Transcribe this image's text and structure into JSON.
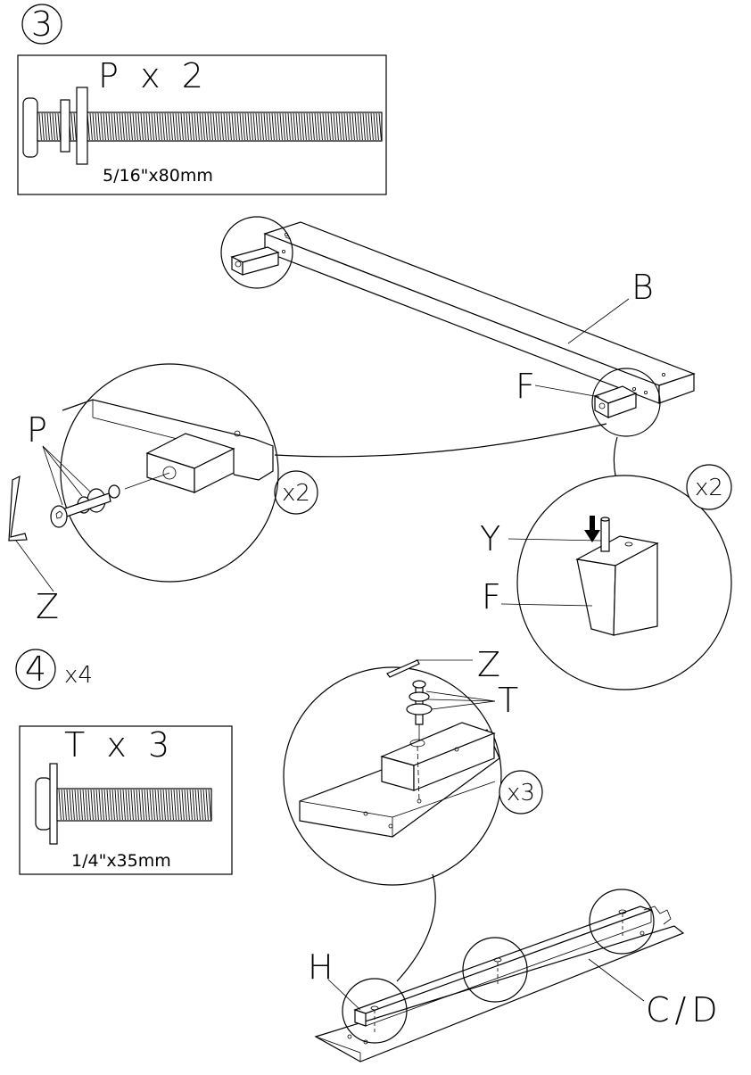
{
  "steps": {
    "step3": {
      "number": "3"
    },
    "step4": {
      "number": "4",
      "multiplier": "x4"
    }
  },
  "parts": {
    "bolt_p": {
      "label": "P  x  2",
      "spec": "5/16\"x80mm"
    },
    "bolt_t": {
      "label": "T  x  3",
      "spec": "1/4\"x35mm"
    }
  },
  "labels": {
    "B": "B",
    "F_top": "F",
    "P": "P",
    "Z_step3": "Z",
    "Y": "Y",
    "F_detail": "F",
    "Z_step4": "Z",
    "T": "T",
    "H": "H",
    "CD": "C/D"
  },
  "multipliers": {
    "detail_left": "x2",
    "detail_right": "x2",
    "detail_step4": "x3"
  }
}
